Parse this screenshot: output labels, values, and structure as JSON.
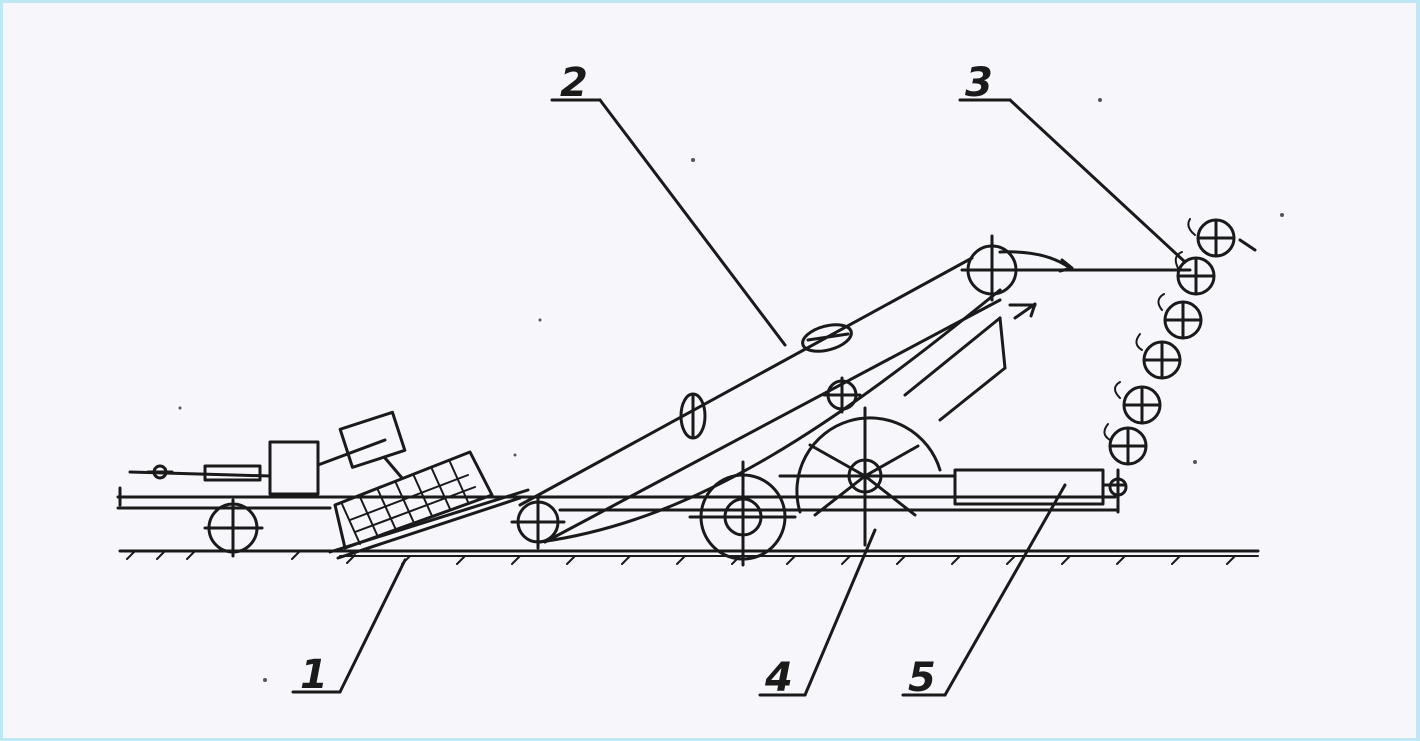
{
  "diagram": {
    "callouts": [
      {
        "id": "callout-1",
        "label": "1"
      },
      {
        "id": "callout-2",
        "label": "2"
      },
      {
        "id": "callout-3",
        "label": "3"
      },
      {
        "id": "callout-4",
        "label": "4"
      },
      {
        "id": "callout-5",
        "label": "5"
      }
    ],
    "ink_color": "#1a1a1a",
    "paper_color": "#f6f6fb",
    "border_color": "#bfe8f4"
  }
}
